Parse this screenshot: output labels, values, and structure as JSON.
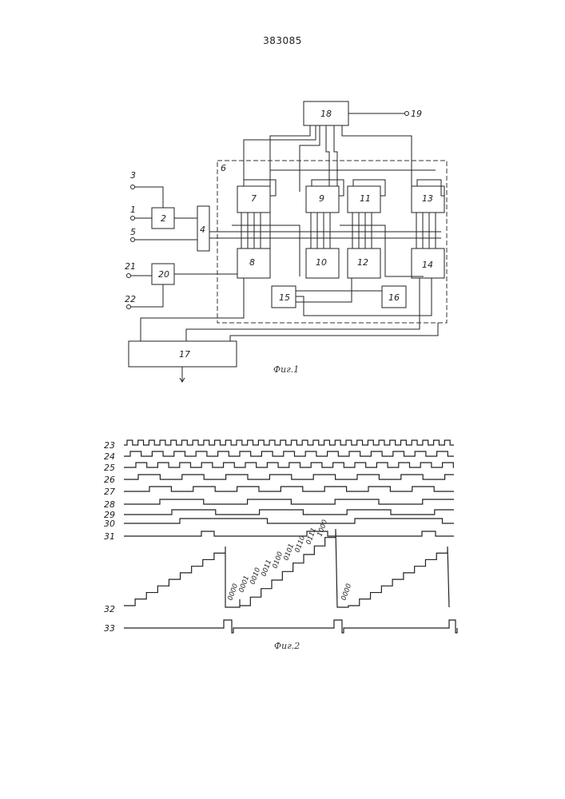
{
  "patent_number": "383085",
  "figure1": {
    "caption": "Фиг.1",
    "blocks": [
      "2",
      "4",
      "6",
      "7",
      "8",
      "9",
      "10",
      "11",
      "12",
      "13",
      "14",
      "15",
      "16",
      "17",
      "18",
      "20"
    ],
    "terminals": [
      "3",
      "1",
      "5",
      "21",
      "22",
      "19"
    ]
  },
  "figure2": {
    "caption": "Фиг.2",
    "signal_labels": [
      "23",
      "24",
      "25",
      "26",
      "27",
      "28",
      "29",
      "30",
      "31",
      "32",
      "33"
    ],
    "staircase_codes": [
      "0000",
      "0001",
      "0010",
      "0011",
      "0100",
      "0101",
      "0110",
      "0111",
      "1000"
    ],
    "second_cycle_code": "0000"
  }
}
